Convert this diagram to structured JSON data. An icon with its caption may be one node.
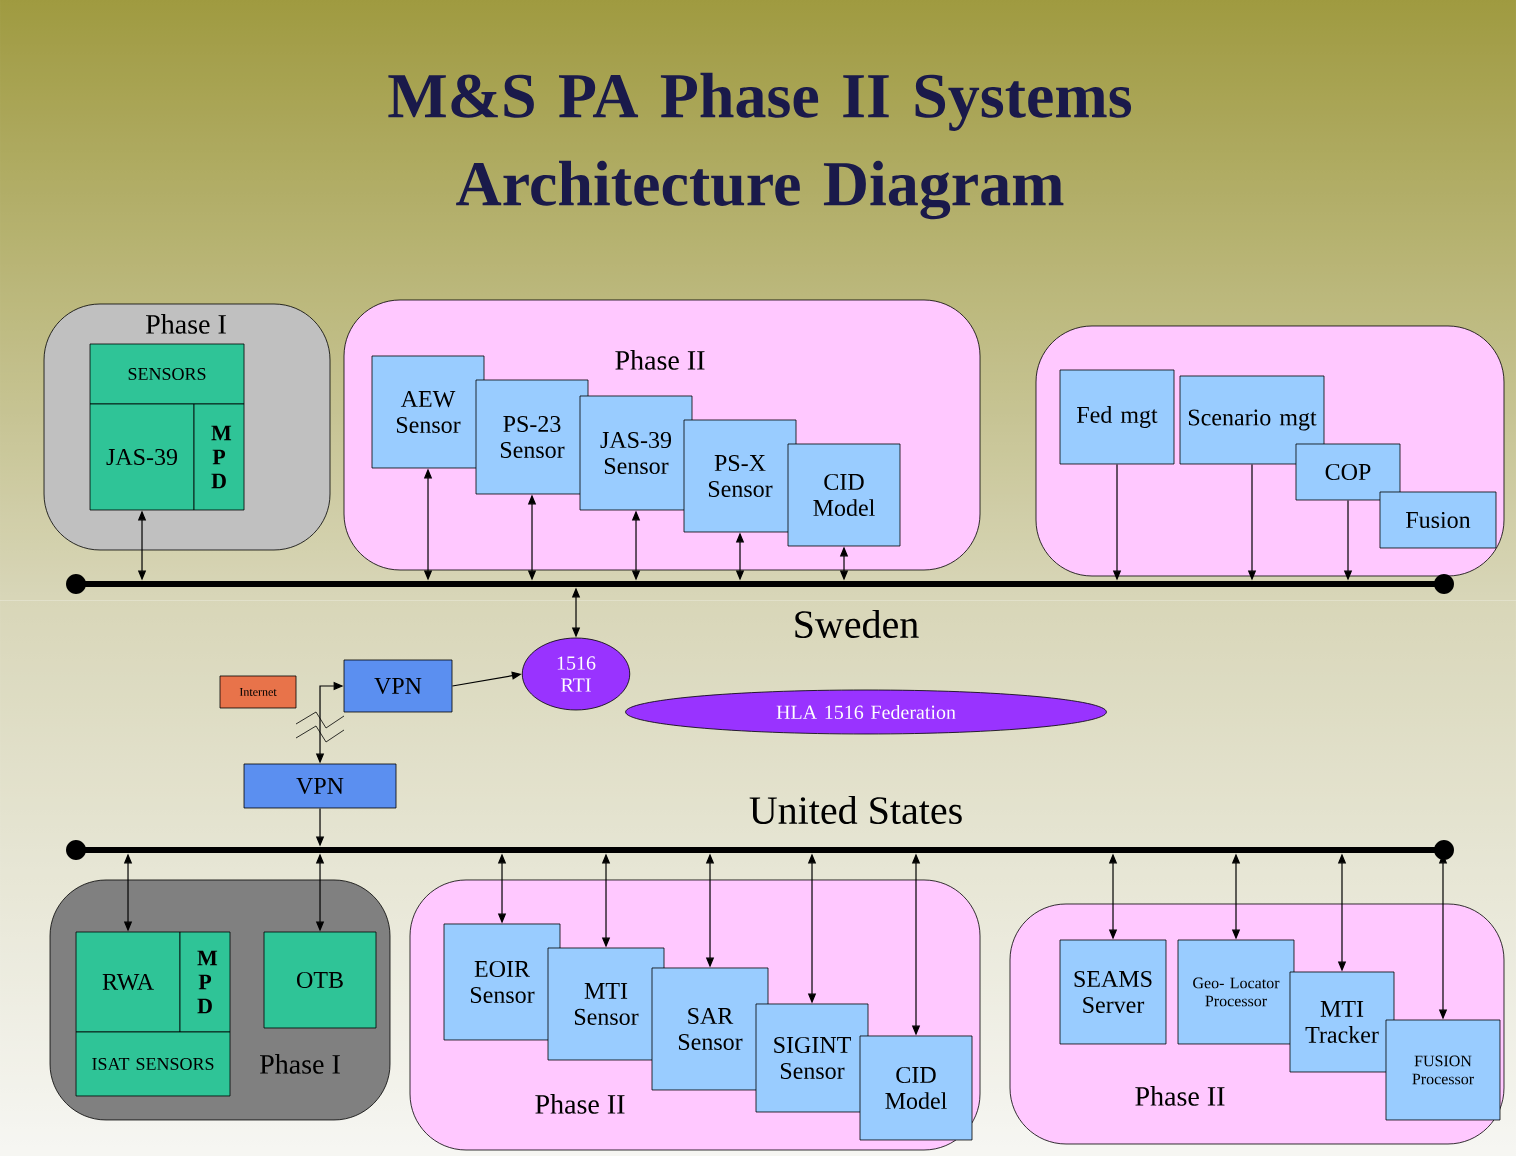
{
  "diagram": {
    "title": "M&S PA Phase II Systems Architecture Diagram",
    "nodes": [
      {
        "text": [
          "Phase I"
        ]
      },
      {
        "text": [
          "SENSORS"
        ],
        "in": 0
      },
      {
        "text": [
          "JAS-39"
        ],
        "in": 0
      },
      {
        "text": [
          "M P D"
        ],
        "in": 0
      },
      {
        "text": [
          "Phase II"
        ]
      },
      {
        "text": [
          "AEW Sensor"
        ],
        "in": 4
      },
      {
        "text": [
          "PS-23 Sensor"
        ],
        "in": 4
      },
      {
        "text": [
          "JAS-39 Sensor"
        ],
        "in": 4
      },
      {
        "text": [
          "PS-X Sensor"
        ],
        "in": 4
      },
      {
        "text": [
          "CID Model"
        ],
        "in": 4
      },
      {
        "text": [],
        "shape": "cloud"
      },
      {
        "text": [
          "Fed mgt"
        ],
        "in": 10
      },
      {
        "text": [
          "Scenario mgt"
        ],
        "in": 10
      },
      {
        "text": [
          "COP"
        ],
        "in": 10
      },
      {
        "text": [
          "Fusion"
        ],
        "in": 10
      },
      {
        "text": [],
        "shape": "bar",
        "beside": [
          "Sweden"
        ]
      },
      {
        "text": [
          "Internet"
        ]
      },
      {
        "text": [
          "VPN"
        ]
      },
      {
        "text": [
          "1516 RTI"
        ]
      },
      {
        "text": [
          "HLA 1516 Federation"
        ]
      },
      {
        "text": [
          "VPN"
        ]
      },
      {
        "text": [],
        "shape": "bar",
        "beside": [
          "United States"
        ]
      },
      {
        "text": [
          "Phase I"
        ]
      },
      {
        "text": [
          "RWA"
        ],
        "in": 22
      },
      {
        "text": [
          "M P D"
        ],
        "in": 22
      },
      {
        "text": [
          "ISAT SENSORS"
        ],
        "in": 22
      },
      {
        "text": [
          "OTB"
        ],
        "in": 22
      },
      {
        "text": [
          "Phase II"
        ]
      },
      {
        "text": [
          "EOIR Sensor"
        ],
        "in": 27
      },
      {
        "text": [
          "MTI Sensor"
        ],
        "in": 27
      },
      {
        "text": [
          "SAR Sensor"
        ],
        "in": 27
      },
      {
        "text": [
          "SIGINT Sensor"
        ],
        "in": 27
      },
      {
        "text": [
          "CID Model"
        ],
        "in": 27
      },
      {
        "text": [
          "Phase II"
        ]
      },
      {
        "text": [
          "SEAMS Server"
        ],
        "in": 33
      },
      {
        "text": [
          "Geo- Locator Processor"
        ],
        "in": 33
      },
      {
        "text": [
          "MTI Tracker"
        ],
        "in": 33
      },
      {
        "text": [
          "FUSION Processor"
        ],
        "in": 33
      }
    ],
    "edges": [
      {
        "from": 2,
        "to": 15,
        "arrow": "both"
      },
      {
        "from": 5,
        "to": 15,
        "arrow": "both"
      },
      {
        "from": 6,
        "to": 15,
        "arrow": "both"
      },
      {
        "from": 7,
        "to": 15,
        "arrow": "both"
      },
      {
        "from": 8,
        "to": 15,
        "arrow": "both"
      },
      {
        "from": 9,
        "to": 15,
        "arrow": "both"
      },
      {
        "from": 11,
        "to": 15,
        "arrow": "to"
      },
      {
        "from": 12,
        "to": 15,
        "arrow": "to"
      },
      {
        "from": 13,
        "to": 15,
        "arrow": "to"
      },
      {
        "from": 15,
        "to": 18,
        "arrow": "both"
      },
      {
        "from": 17,
        "to": 20,
        "arrow": "both"
      },
      {
        "from": 17,
        "to": 18,
        "arrow": "to"
      },
      {
        "from": 20,
        "to": 21,
        "arrow": "to"
      },
      {
        "from": 21,
        "to": 23,
        "arrow": "both"
      },
      {
        "from": 21,
        "to": 26,
        "arrow": "both"
      },
      {
        "from": 21,
        "to": 28,
        "arrow": "both"
      },
      {
        "from": 21,
        "to": 29,
        "arrow": "both"
      },
      {
        "from": 21,
        "to": 30,
        "arrow": "both"
      },
      {
        "from": 21,
        "to": 31,
        "arrow": "both"
      },
      {
        "from": 21,
        "to": 32,
        "arrow": "both"
      },
      {
        "from": 21,
        "to": 34,
        "arrow": "both"
      },
      {
        "from": 21,
        "to": 35,
        "arrow": "both"
      },
      {
        "from": 21,
        "to": 36,
        "arrow": "both"
      },
      {
        "from": 21,
        "to": 37,
        "arrow": "both"
      }
    ]
  }
}
